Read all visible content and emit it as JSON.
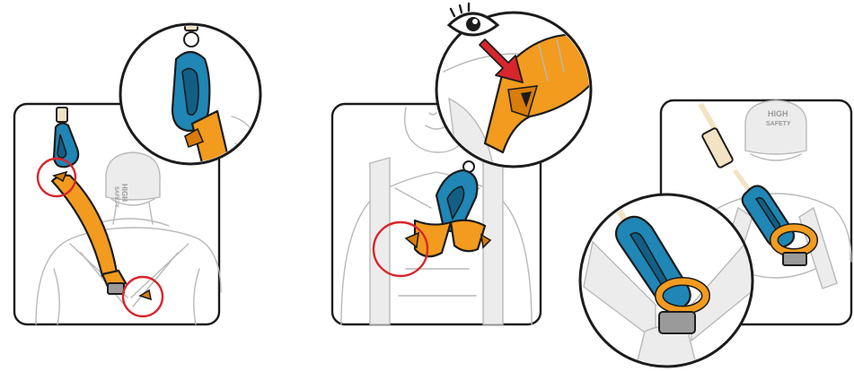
{
  "figure": {
    "steps": [
      {
        "helmet_text_line1": "HIGH",
        "helmet_text_line2": "SAFETY"
      },
      {},
      {
        "helmet_text_line1": "HIGH",
        "helmet_text_line2": "SAFETY"
      }
    ]
  },
  "colors": {
    "connector": "#1f86b5",
    "lanyard": "#f29b1f",
    "highlight": "#d8262c",
    "outline": "#1c1c1c",
    "ghost_figure": "#b9b9b9"
  },
  "icons": [
    "eye-icon",
    "down-arrow-icon"
  ]
}
